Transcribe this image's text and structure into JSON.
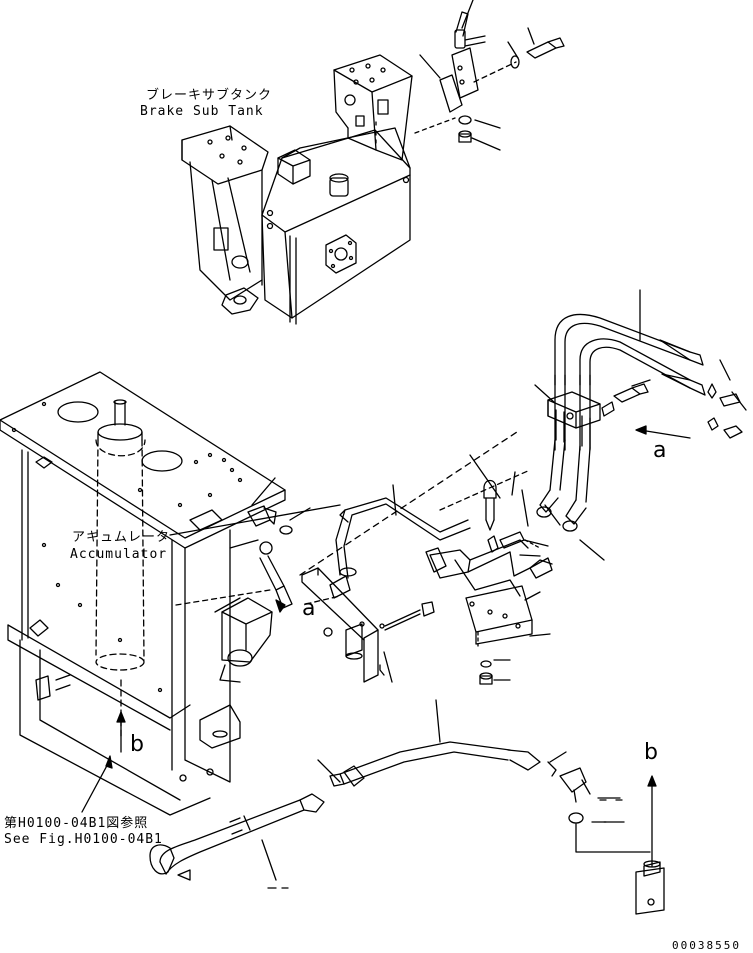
{
  "labels": {
    "brake_sub_tank_jp": "ブレーキサブタンク",
    "brake_sub_tank_en": "Brake Sub Tank",
    "accumulator_jp": "アキュムレータ",
    "accumulator_en": "Accumulator",
    "see_fig_jp": "第H0100-04B1図参照",
    "see_fig_en": "See Fig.H0100-04B1",
    "ref_a1": "a",
    "ref_a2": "a",
    "ref_b1": "b",
    "ref_b2": "b",
    "drawing_no": "00038550"
  }
}
